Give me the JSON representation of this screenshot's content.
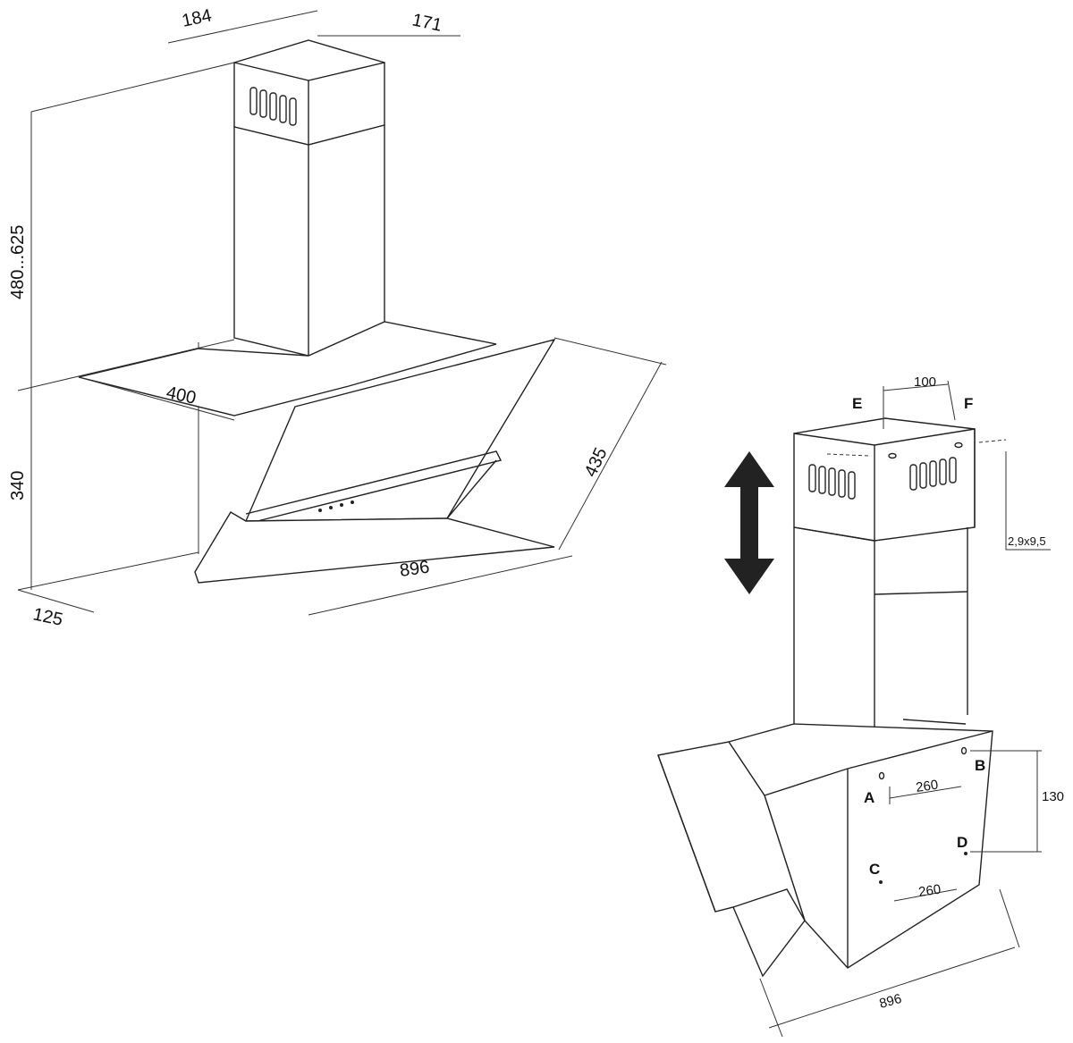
{
  "left_drawing": {
    "dims": {
      "top_depth": "184",
      "top_width": "171",
      "chimney_height": "480...625",
      "canopy_depth": "400",
      "hood_height": "340",
      "glass_depth": "435",
      "width": "896",
      "bottom_depth": "125"
    }
  },
  "right_drawing": {
    "points": {
      "a": "A",
      "b": "B",
      "c": "C",
      "d": "D",
      "e": "E",
      "f": "F"
    },
    "dims": {
      "ef_spacing": "100",
      "screw": "2,9x9,5",
      "ab_spacing": "260",
      "cd_spacing": "260",
      "bd_vertical": "130",
      "width": "896"
    }
  }
}
